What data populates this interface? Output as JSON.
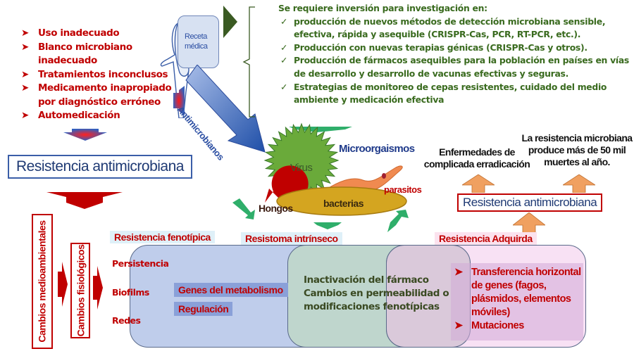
{
  "causes": {
    "items": [
      {
        "lines": [
          "Uso inadecuado"
        ]
      },
      {
        "lines": [
          "Blanco microbiano",
          "inadecuado"
        ]
      },
      {
        "lines": [
          "Tratamientos inconclusos"
        ]
      },
      {
        "lines": [
          "Medicamento inapropiado",
          "por diagnóstico erróneo"
        ]
      },
      {
        "lines": [
          "Automedicación"
        ]
      }
    ],
    "bullet": "➤"
  },
  "prescription": {
    "line1": "Receta",
    "line2": "médica"
  },
  "antimicrobials_arrow_label": "Antimicrobianos",
  "research": {
    "title": "Se requiere inversión para investigación en:",
    "check": "✓",
    "items": [
      {
        "lines": [
          "producción de nuevos métodos de detección microbiana sensible,",
          "efectiva, rápida y asequible (CRISPR-Cas, PCR, RT-PCR, etc.)."
        ]
      },
      {
        "lines": [
          "Producción con nuevas terapias génicas (CRISPR-Cas y otros)."
        ]
      },
      {
        "lines": [
          "Producción de fármacos asequibles para la población en países en vías",
          "de desarrollo y desarrollo de vacunas efectivas y seguras."
        ]
      },
      {
        "lines": [
          "Estrategias de monitoreo de cepas resistentes, cuidado del medio",
          "ambiente y medicación efectiva"
        ]
      }
    ]
  },
  "left_resistance_box": "Resistencia antimicrobiana",
  "microorganisms": {
    "title": "Microorgaismos",
    "virus": "Virus",
    "fungi": "Hongos",
    "bacteria": "bacterias",
    "parasites": "parasitos"
  },
  "consequences": {
    "disease": [
      "Enfermedades de",
      "complicada erradicación"
    ],
    "deaths": [
      "La resistencia microbiana",
      "produce más de 50 mil",
      "muertes al año."
    ],
    "resistance_box": "Resistencia antimicrobiana"
  },
  "vertical_boxes": {
    "environmental": "Cambios medioambientales",
    "physiological": "Cambios fisiológicos"
  },
  "phenotypic": {
    "title": "Resistencia fenotípica",
    "items": [
      "Persistencia",
      "Biofilms",
      "Redes"
    ],
    "tags": [
      "Genes del metabolismo",
      "Regulación"
    ]
  },
  "intrinsic": {
    "title": "Resistoma intrínseco",
    "lines": [
      "Inactivación del fármaco",
      "Cambios en permeabilidad o",
      "modificaciones fenotípicas"
    ]
  },
  "acquired": {
    "title": "Resistencia Adquirda",
    "bullet": "➤",
    "items": [
      {
        "lines": [
          "Transferencia horizontal",
          "de genes (fagos,",
          "plásmidos, elementos",
          "móviles)"
        ]
      },
      {
        "lines": [
          "Mutaciones"
        ]
      }
    ]
  },
  "colors": {
    "red": "#c00000",
    "blue_dark": "#1f3a74",
    "green_text": "#3a6b1f",
    "orange_arrow": "#f0a060"
  }
}
